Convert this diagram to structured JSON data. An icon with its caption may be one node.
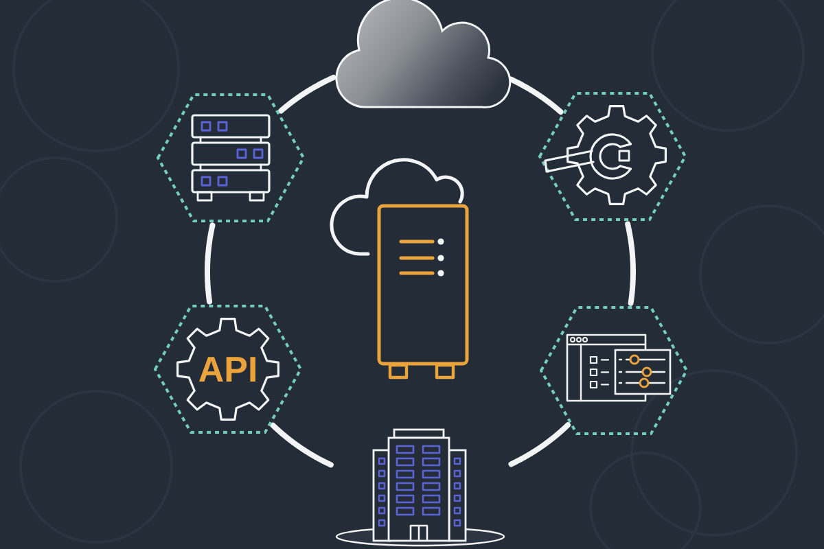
{
  "diagram": {
    "nodes": [
      {
        "text": [],
        "shape": "cloud"
      },
      {
        "text": [],
        "shape": "hexagon"
      },
      {
        "text": [],
        "shape": "hexagon"
      },
      {
        "text": [],
        "shape": "picture"
      },
      {
        "text": [
          "API"
        ]
      },
      {
        "text": [],
        "shape": "hexagon"
      },
      {
        "text": [],
        "shape": "picture"
      }
    ],
    "edges": [
      {
        "from": 0,
        "to": 1,
        "arrow": "none"
      },
      {
        "from": 0,
        "to": 2,
        "arrow": "none"
      },
      {
        "from": 1,
        "to": 4,
        "arrow": "none"
      },
      {
        "from": 2,
        "to": 5,
        "arrow": "none"
      },
      {
        "from": 4,
        "to": 6,
        "arrow": "none"
      },
      {
        "from": 5,
        "to": 6,
        "arrow": "none"
      }
    ]
  }
}
